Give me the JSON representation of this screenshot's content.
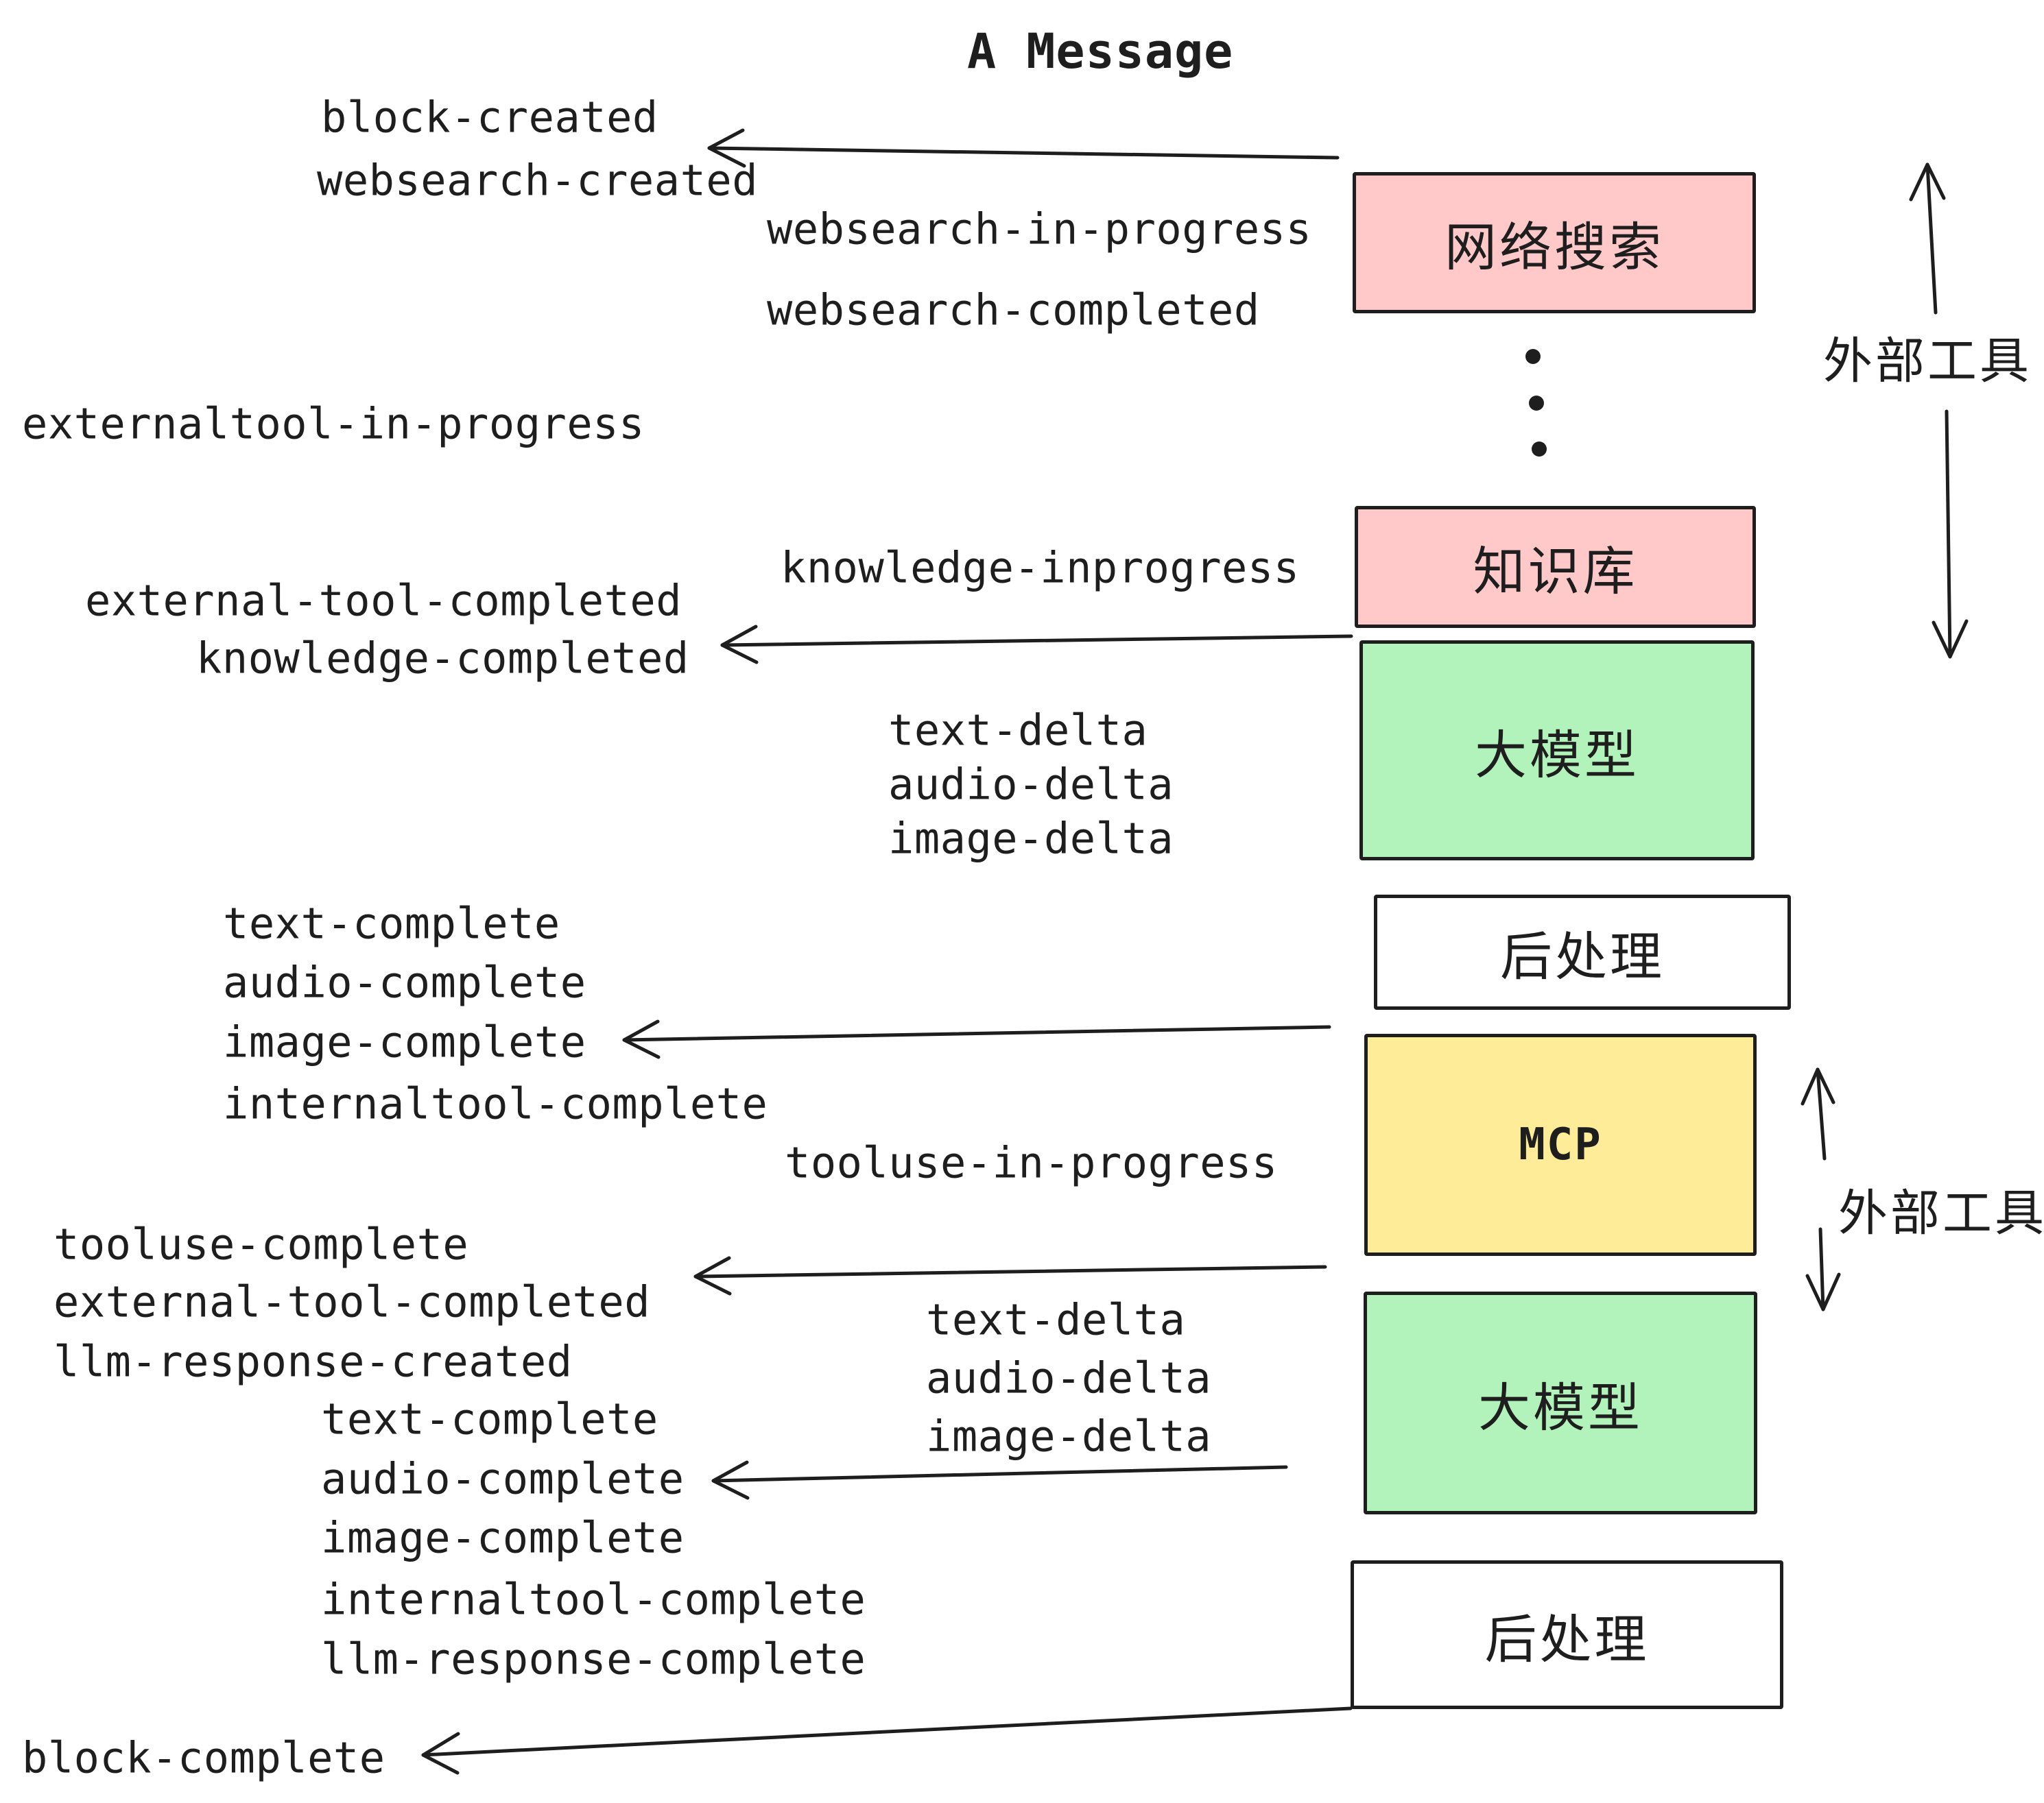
{
  "title": "A Message",
  "colors": {
    "pink": "#ffc9c9",
    "green": "#b2f2bb",
    "yellow": "#ffec99",
    "white": "#ffffff",
    "ink": "#1e1e1e"
  },
  "boxes": [
    {
      "label": "网络搜索",
      "color": "pink"
    },
    {
      "label": "知识库",
      "color": "pink"
    },
    {
      "label": "大模型",
      "color": "green"
    },
    {
      "label": "后处理",
      "color": "white"
    },
    {
      "label": "MCP",
      "color": "yellow"
    },
    {
      "label": "大模型",
      "color": "green"
    },
    {
      "label": "后处理",
      "color": "white"
    }
  ],
  "side_labels": [
    {
      "text": "外部工具"
    },
    {
      "text": "外部工具"
    }
  ],
  "events": {
    "block_created": "block-created",
    "websearch_created": "websearch-created",
    "websearch_in_progress": "websearch-in-progress",
    "websearch_completed": "websearch-completed",
    "externaltool_in_progress": "externaltool-in-progress",
    "knowledge_inprogress": "knowledge-inprogress",
    "external_tool_completed_1": "external-tool-completed",
    "knowledge_completed": "knowledge-completed",
    "text_delta_1": "text-delta",
    "audio_delta_1": "audio-delta",
    "image_delta_1": "image-delta",
    "text_complete_1": "text-complete",
    "audio_complete_1": "audio-complete",
    "image_complete_1": "image-complete",
    "internaltool_complete_1": "internaltool-complete",
    "tooluse_in_progress": "tooluse-in-progress",
    "tooluse_complete": "tooluse-complete",
    "external_tool_completed_2": "external-tool-completed",
    "llm_response_created": "llm-response-created",
    "text_delta_2": "text-delta",
    "audio_delta_2": "audio-delta",
    "image_delta_2": "image-delta",
    "text_complete_2": "text-complete",
    "audio_complete_2": "audio-complete",
    "image_complete_2": "image-complete",
    "internaltool_complete_2": "internaltool-complete",
    "llm_response_complete": "llm-response-complete",
    "block_complete": "block-complete"
  }
}
